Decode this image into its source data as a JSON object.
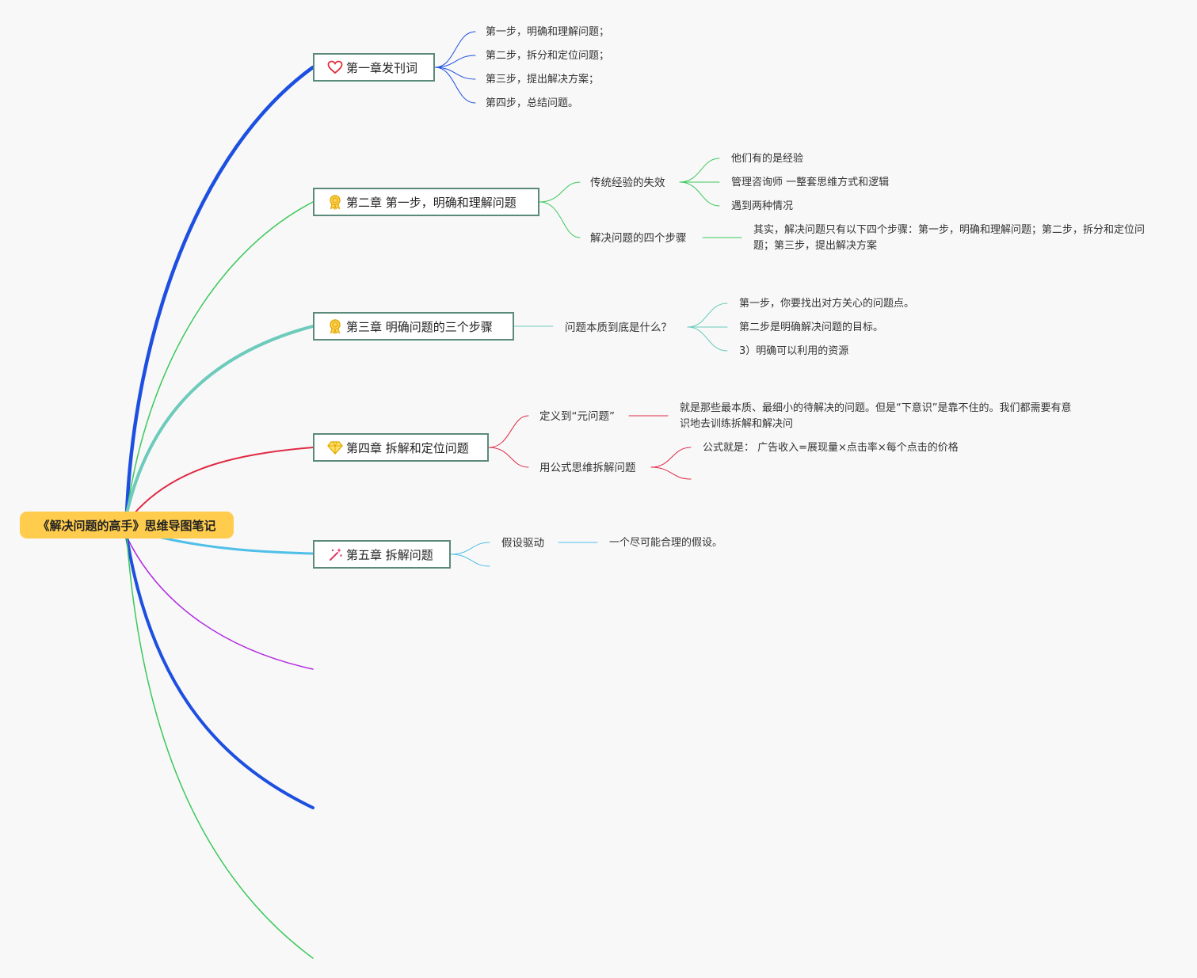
{
  "root": {
    "title": "《解决问题的高手》思维导图笔记"
  },
  "colors": {
    "ch1": "#1d4fe0",
    "ch2": "#3cc85a",
    "ch3": "#6ccbbb",
    "ch4": "#e02a44",
    "ch5": "#4fbfe8",
    "extra_purple": "#b02ae0",
    "extra_blue": "#1d4fe0",
    "extra_green": "#3cc85a",
    "root_fill": "#ffcc4d"
  },
  "chapters": [
    {
      "title": "第一章发刊词",
      "icon": "heart-icon",
      "children": [
        {
          "text": "第一步，明确和理解问题；"
        },
        {
          "text": "第二步，拆分和定位问题；"
        },
        {
          "text": "第三步，提出解决方案；"
        },
        {
          "text": "第四步，总结问题。"
        }
      ]
    },
    {
      "title": "第二章 第一步，明确和理解问题",
      "icon": "award-icon",
      "topics": [
        {
          "text": "传统经验的失效",
          "children": [
            {
              "text": "他们有的是经验"
            },
            {
              "text": "管理咨询师 一整套思维方式和逻辑"
            },
            {
              "text": "遇到两种情况"
            }
          ]
        },
        {
          "text": "解决问题的四个步骤",
          "children": [
            {
              "text": "其实，解决问题只有以下四个步骤：第一步，明确和理解问题；第二步，拆分和定位问题；第三步，提出解决方案"
            }
          ]
        }
      ]
    },
    {
      "title": "第三章 明确问题的三个步骤",
      "icon": "award-icon",
      "topics": [
        {
          "text": "问题本质到底是什么？",
          "children": [
            {
              "text": "第一步，你要找出对方关心的问题点。"
            },
            {
              "text": "第二步是明确解决问题的目标。"
            },
            {
              "text": "3）明确可以利用的资源"
            }
          ]
        }
      ]
    },
    {
      "title": "第四章 拆解和定位问题",
      "icon": "diamond-icon",
      "topics": [
        {
          "text": "定义到“元问题”",
          "children": [
            {
              "text": "就是那些最本质、最细小的待解决的问题。但是“下意识”是靠不住的。我们都需要有意识地去训练拆解和解决问"
            }
          ]
        },
        {
          "text": "用公式思维拆解问题",
          "children": [
            {
              "text": "公式就是： 广告收入=展现量×点击率×每个点击的价格"
            }
          ]
        }
      ]
    },
    {
      "title": "第五章 拆解问题",
      "icon": "magic-wand-icon",
      "topics": [
        {
          "text": "假设驱动",
          "children": [
            {
              "text": "一个尽可能合理的假设。"
            }
          ]
        }
      ]
    }
  ]
}
